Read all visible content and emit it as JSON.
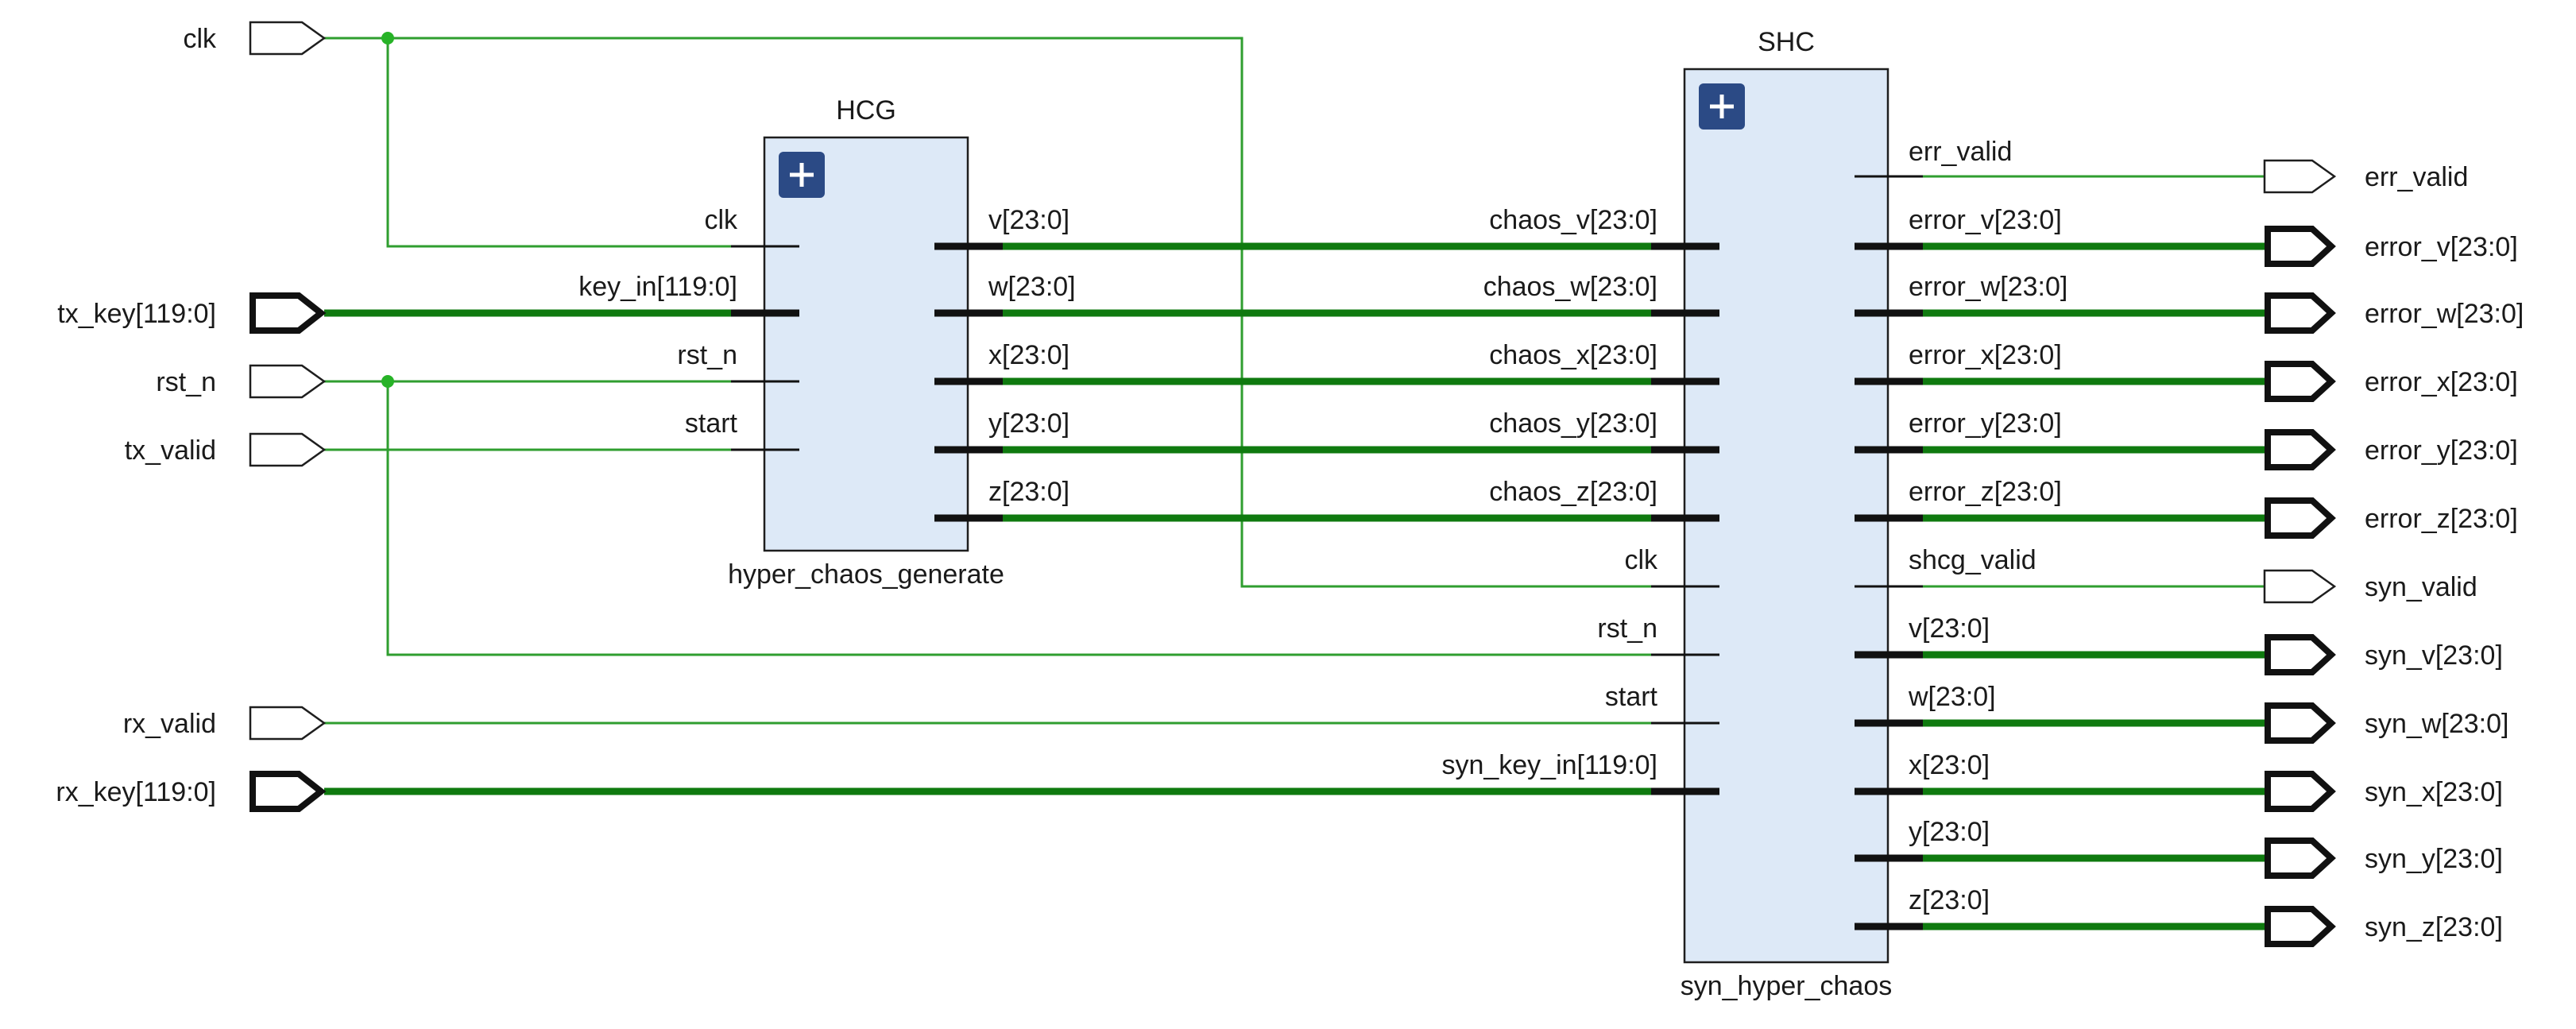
{
  "blocks": {
    "hcg": {
      "title": "HCG",
      "name": "hyper_chaos_generate",
      "inputs": [
        "clk",
        "key_in[119:0]",
        "rst_n",
        "start"
      ],
      "outputs": [
        "v[23:0]",
        "w[23:0]",
        "x[23:0]",
        "y[23:0]",
        "z[23:0]"
      ]
    },
    "shc": {
      "title": "SHC",
      "name": "syn_hyper_chaos",
      "inputs": [
        "chaos_v[23:0]",
        "chaos_w[23:0]",
        "chaos_x[23:0]",
        "chaos_y[23:0]",
        "chaos_z[23:0]",
        "clk",
        "rst_n",
        "start",
        "syn_key_in[119:0]"
      ],
      "outputs": [
        "err_valid",
        "error_v[23:0]",
        "error_w[23:0]",
        "error_x[23:0]",
        "error_y[23:0]",
        "error_z[23:0]",
        "shcg_valid",
        "v[23:0]",
        "w[23:0]",
        "x[23:0]",
        "y[23:0]",
        "z[23:0]"
      ]
    }
  },
  "top_inputs": [
    "clk",
    "tx_key[119:0]",
    "rst_n",
    "tx_valid",
    "rx_valid",
    "rx_key[119:0]"
  ],
  "top_outputs": [
    "err_valid",
    "error_v[23:0]",
    "error_w[23:0]",
    "error_x[23:0]",
    "error_y[23:0]",
    "error_z[23:0]",
    "syn_valid",
    "syn_v[23:0]",
    "syn_w[23:0]",
    "syn_x[23:0]",
    "syn_y[23:0]",
    "syn_z[23:0]"
  ],
  "colors": {
    "wire": "#2f9e2f",
    "bus": "#0f7a0f",
    "block_fill": "#dde9f7",
    "expand_button": "#2b4a85"
  }
}
